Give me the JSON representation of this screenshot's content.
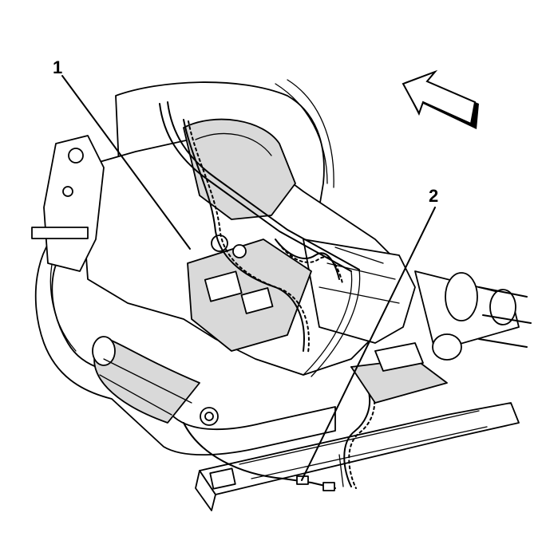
{
  "callouts": [
    {
      "id": "1",
      "label": "1"
    },
    {
      "id": "2",
      "label": "2"
    }
  ],
  "icons": {
    "direction_arrow": "front-direction-arrow-icon"
  },
  "colors": {
    "line": "#000000",
    "shade": "#d9d9d9",
    "background": "#ffffff"
  }
}
